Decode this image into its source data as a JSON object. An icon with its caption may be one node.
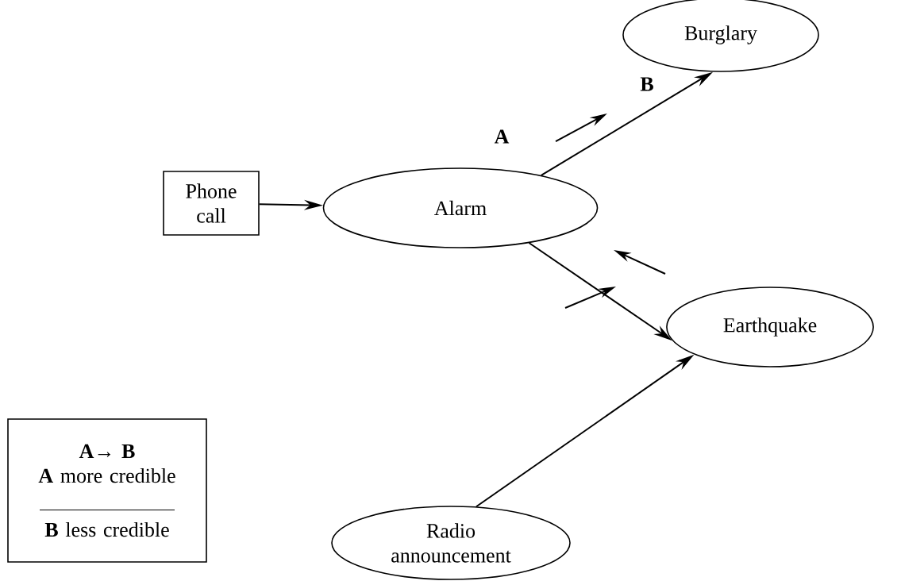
{
  "diagram": {
    "nodes": [
      {
        "text": [
          "Phone call"
        ]
      },
      {
        "text": [
          "Alarm"
        ]
      },
      {
        "text": [
          "Burglary"
        ]
      },
      {
        "text": [
          "Earthquake"
        ]
      },
      {
        "text": [
          "Radio announcement"
        ]
      },
      {
        "text": [
          "**A**→ **B**",
          "**A** more credible",
          "**B** less credible"
        ]
      }
    ],
    "edges": [
      {
        "from": 0,
        "to": 1,
        "arrow": "to"
      },
      {
        "from": 1,
        "to": 2,
        "arrow": "to"
      },
      {
        "from": 1,
        "to": 3,
        "arrow": "to"
      },
      {
        "from": 4,
        "to": 3,
        "arrow": "to"
      }
    ],
    "labels": [
      "A",
      "B"
    ]
  }
}
